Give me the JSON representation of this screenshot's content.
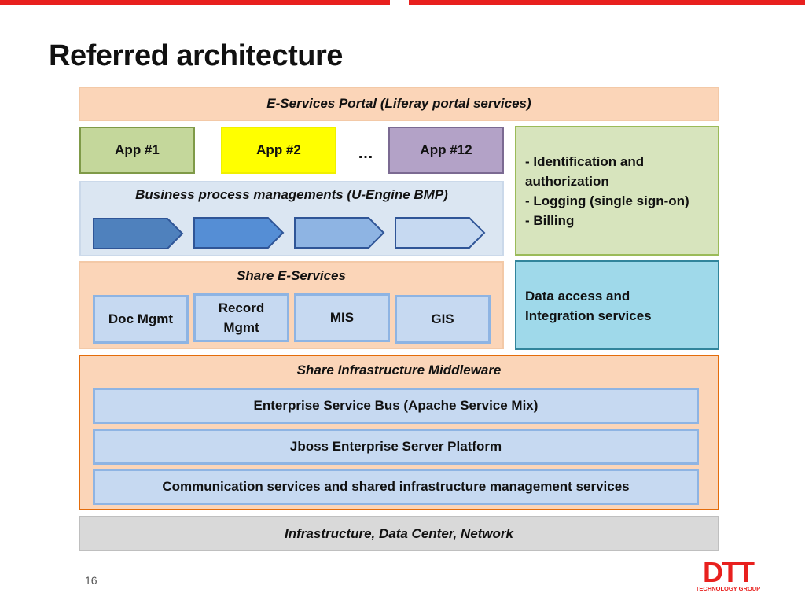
{
  "slide": {
    "title": "Referred architecture",
    "page_number": "16"
  },
  "portal": {
    "label": "E-Services Portal (Liferay portal services)"
  },
  "apps": {
    "app1": "App #1",
    "app2": "App #2",
    "ellipsis": "…",
    "app12": "App #12"
  },
  "bpm": {
    "label": "Business process managements (U-Engine BMP)"
  },
  "security": {
    "lines": [
      "- Identification and",
      "authorization",
      "- Logging (single sign-on)",
      "- Billing"
    ]
  },
  "share_eservices": {
    "label": "Share E-Services",
    "items": [
      "Doc Mgmt",
      "Record Mgmt",
      "MIS",
      "GIS"
    ]
  },
  "data_access": {
    "lines": [
      "Data access and",
      "Integration services"
    ]
  },
  "middleware": {
    "label": "Share Infrastructure Middleware",
    "layers": [
      "Enterprise Service Bus (Apache Service Mix)",
      "Jboss Enterprise Server Platform",
      "Communication services and shared infrastructure management services"
    ]
  },
  "infrastructure": {
    "label": "Infrastructure, Data Center, Network"
  },
  "logo": {
    "text": "DTT",
    "subtitle": "TECHNOLOGY GROUP"
  },
  "colors": {
    "accent_red": "#e8201e",
    "peach": "#fbd5b8",
    "orange_border": "#e46c0a",
    "arrow_1": "#4f81bd",
    "arrow_2": "#558ed5",
    "arrow_3": "#8eb4e3",
    "arrow_4": "#c6d9f1"
  }
}
